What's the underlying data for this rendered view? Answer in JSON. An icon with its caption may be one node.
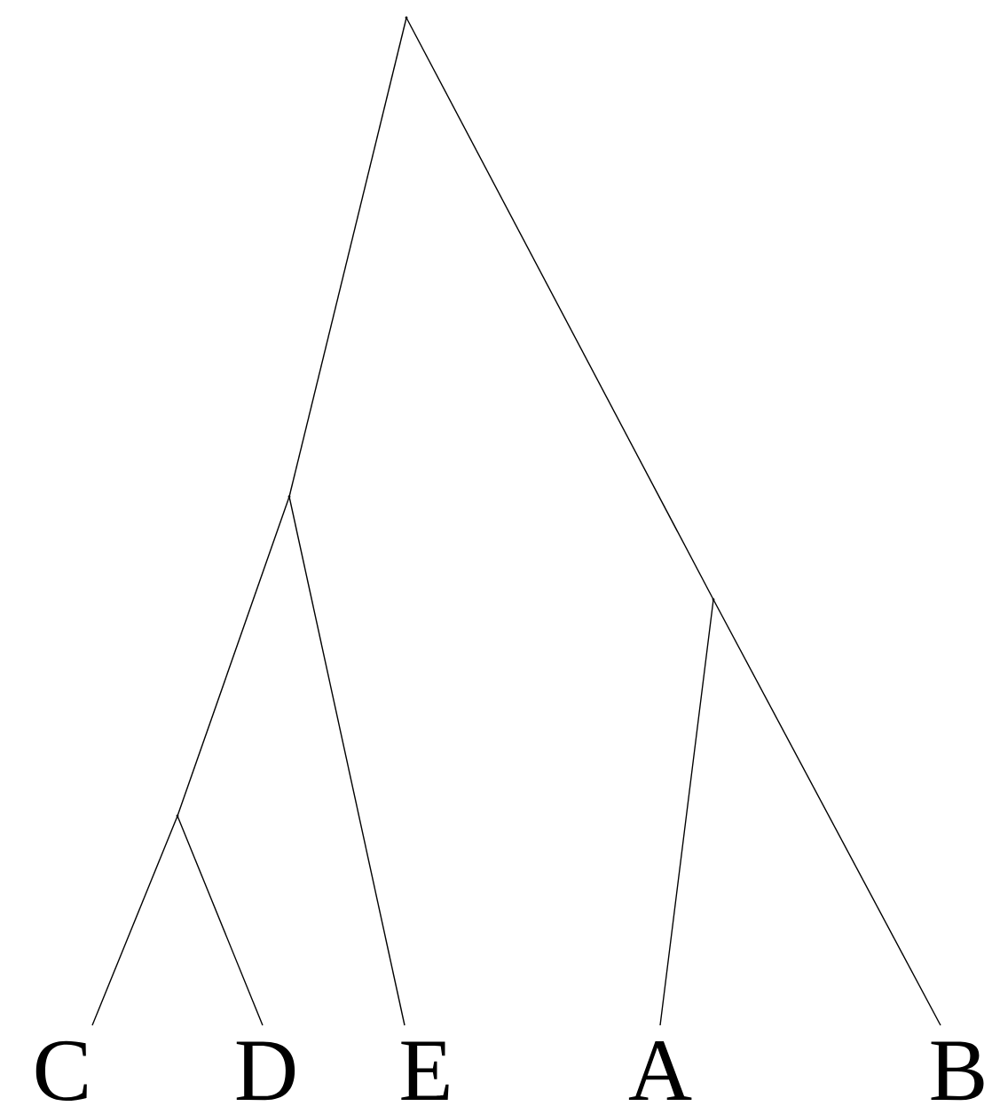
{
  "diagram": {
    "nodes": [
      {
        "text": [],
        "shape": "point"
      },
      {
        "text": [],
        "shape": "point"
      },
      {
        "text": [],
        "shape": "point"
      },
      {
        "text": [],
        "shape": "point"
      },
      {
        "text": [
          "C"
        ]
      },
      {
        "text": [
          "D"
        ]
      },
      {
        "text": [
          "E"
        ]
      },
      {
        "text": [
          "A"
        ]
      },
      {
        "text": [
          "B"
        ]
      }
    ],
    "edges": [
      {
        "from": 0,
        "to": 1,
        "arrow": "none"
      },
      {
        "from": 0,
        "to": 3,
        "arrow": "none"
      },
      {
        "from": 1,
        "to": 2,
        "arrow": "none"
      },
      {
        "from": 1,
        "to": 6,
        "arrow": "none"
      },
      {
        "from": 2,
        "to": 4,
        "arrow": "none"
      },
      {
        "from": 2,
        "to": 5,
        "arrow": "none"
      },
      {
        "from": 3,
        "to": 7,
        "arrow": "none"
      },
      {
        "from": 3,
        "to": 8,
        "arrow": "none"
      }
    ]
  }
}
